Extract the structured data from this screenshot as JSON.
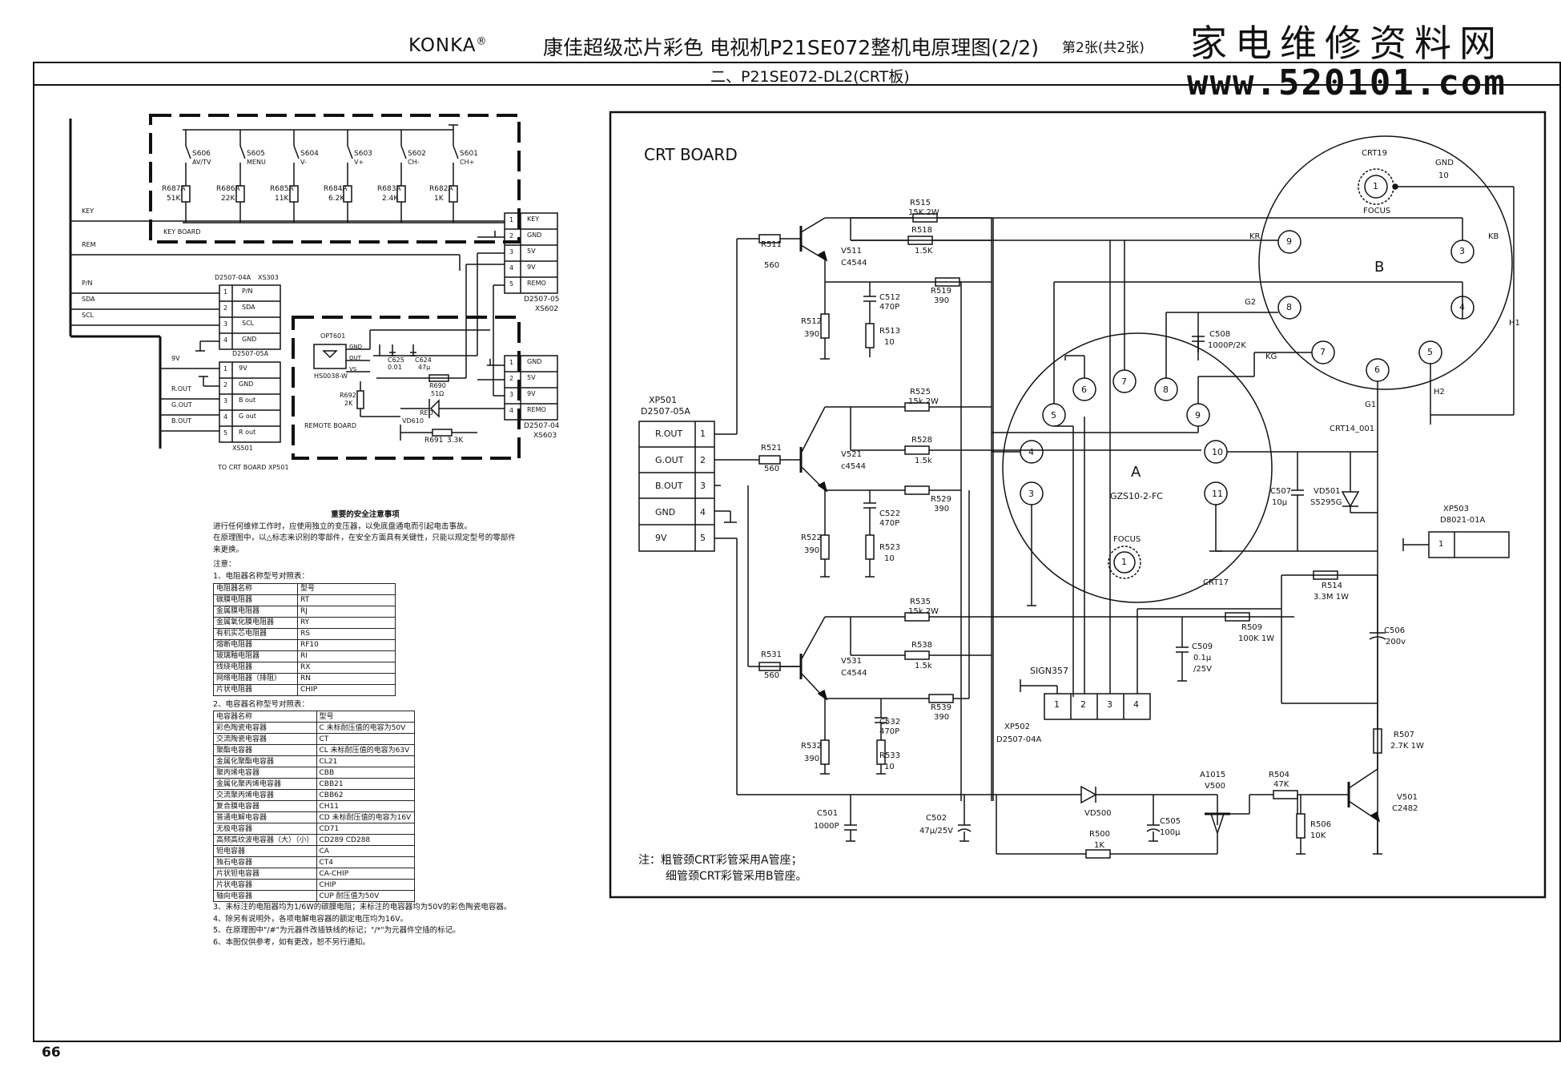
{
  "header": {
    "brand": "KONKA",
    "title": "康佳超级芯片彩色 电视机P21SE072整机电原理图(2/2)",
    "sheet": "第2张(共2张)",
    "subtitle": "二、P21SE072-DL2(CRT板)",
    "watermark_cn": "家电维修资料网",
    "watermark_url": "www.520101.com"
  },
  "page_number": "66",
  "key_board": {
    "label": "KEY BOARD",
    "switches": [
      {
        "ref": "S606",
        "name": "AV/TV",
        "resistor": "R687A",
        "value": "51K"
      },
      {
        "ref": "S605",
        "name": "MENU",
        "resistor": "R686A",
        "value": "22K"
      },
      {
        "ref": "S604",
        "name": "V-",
        "resistor": "R685A",
        "value": "11K"
      },
      {
        "ref": "S603",
        "name": "V+",
        "resistor": "R684A",
        "value": "6.2K"
      },
      {
        "ref": "S602",
        "name": "CH-",
        "resistor": "R683A",
        "value": "2.4K"
      },
      {
        "ref": "S601",
        "name": "CH+",
        "resistor": "R682A",
        "value": "1K"
      }
    ],
    "connector": {
      "ref": "D2507-05",
      "ref2": "XS602",
      "pins": [
        "KEY",
        "GND",
        "5V",
        "9V",
        "REMO"
      ]
    }
  },
  "left_signals": [
    "KEY",
    "REM",
    "P/N",
    "SDA",
    "SCL",
    "9V",
    "R.OUT",
    "G.OUT",
    "B.OUT"
  ],
  "xs303": {
    "ref": "D2507-04A",
    "ref2": "XS303",
    "below": "D2507-05A",
    "pins": [
      "P/N",
      "SDA",
      "SCL",
      "GND"
    ]
  },
  "xs501": {
    "ref": "XS501",
    "note": "TO CRT BOARD XP501",
    "pins": [
      "9V",
      "GND",
      "B out",
      "G out",
      "R out"
    ]
  },
  "remote_board": {
    "label": "REMOTE BOARD",
    "opt": "OPT601",
    "opt_part": "HS0038-W",
    "opt_pins": [
      "GND",
      "OUT",
      "VS"
    ],
    "c625": "C625",
    "c625v": "0.01",
    "c624": "C624",
    "c624v": "47μ",
    "r690": "R690",
    "r690v": "51Ω",
    "r692": "R692",
    "r692v": "2K",
    "led": "RED",
    "led_ref": "VD610",
    "r691": "R691",
    "r691v": "3.3K",
    "connector": {
      "ref": "D2507-04",
      "ref2": "XS603",
      "pins": [
        "GND",
        "5V",
        "9V",
        "REMO"
      ]
    }
  },
  "notes": {
    "title": "重要的安全注意事项",
    "p1": "进行任何维修工作时，应使用独立的变压器，以免底盘通电而引起电击事故。",
    "p2": "在原理图中，以△标志来识别的零部件，在安全方面具有关键性，只能以规定型号的零部件来更换。",
    "attention": "注意：",
    "t1_title": "1、电阻器名称型号对照表：",
    "resistors": [
      [
        "电阻器名称",
        "型号"
      ],
      [
        "碳膜电阻器",
        "RT"
      ],
      [
        "金属膜电阻器",
        "RJ"
      ],
      [
        "金属氧化膜电阻器",
        "RY"
      ],
      [
        "有机实芯电阻器",
        "RS"
      ],
      [
        "熔断电阻器",
        "RF10"
      ],
      [
        "玻璃釉电阻器",
        "RI"
      ],
      [
        "线绕电阻器",
        "RX"
      ],
      [
        "网络电阻器（排阻）",
        "RN"
      ],
      [
        "片状电阻器",
        "CHIP"
      ]
    ],
    "t2_title": "2、电容器名称型号对照表：",
    "capacitors": [
      [
        "电容器名称",
        "型号"
      ],
      [
        "彩色陶瓷电容器",
        "C 未标耐压值的电容为50V"
      ],
      [
        "交流陶瓷电容器",
        "CT"
      ],
      [
        "聚酯电容器",
        "CL 未标耐压值的电容为63V"
      ],
      [
        "金属化聚酯电容器",
        "CL21"
      ],
      [
        "聚丙烯电容器",
        "CBB"
      ],
      [
        "金属化聚丙烯电容器",
        "CBB21"
      ],
      [
        "交流聚丙烯电容器",
        "CBB62"
      ],
      [
        "复合膜电容器",
        "CH11"
      ],
      [
        "普通电解电容器",
        "CD 未标耐压值的电容为16V"
      ],
      [
        "无极电容器",
        "CD71"
      ],
      [
        "高频高纹波电容器（大）（小）",
        "CD289 CD288"
      ],
      [
        "钽电容器",
        "CA"
      ],
      [
        "独石电容器",
        "CT4"
      ],
      [
        "片状钽电容器",
        "CA-CHIP"
      ],
      [
        "片状电容器",
        "CHIP"
      ],
      [
        "轴向电容器",
        "CUP 耐压值为50V"
      ]
    ],
    "n3": "3、未标注的电阻器均为1/6W的碳膜电阻；未标注的电容器均为50V的彩色陶瓷电容器。",
    "n4": "4、除另有说明外，各项电解电容器的额定电压均为16V。",
    "n5": "5、在原理图中\"/#\"为元器件改插铁线的标记；\"/*\"为元器件空插的标记。",
    "n6": "6、本图仅供参考，如有更改，恕不另行通知。"
  },
  "crt_board": {
    "label": "CRT BOARD",
    "xp501": {
      "ref": "XP501",
      "ref2": "D2507-05A",
      "pins": [
        [
          "R.OUT",
          "1"
        ],
        [
          "G.OUT",
          "2"
        ],
        [
          "B.OUT",
          "3"
        ],
        [
          "GND",
          "4"
        ],
        [
          "9V",
          "5"
        ]
      ]
    },
    "ch_r": {
      "r_in": "R511",
      "r_in_v": "560",
      "q": "V511",
      "q_v": "C4544",
      "r_fb": "R515",
      "r_fb_v": "15K 2W",
      "r_fb2": "R518",
      "r_fb2_v": "1.5K",
      "c": "C512",
      "c_v": "470P",
      "r_e": "R512",
      "r_e_v": "390",
      "r_c": "R513",
      "r_c_v": "10",
      "r_s": "R519",
      "r_s_v": "390"
    },
    "ch_g": {
      "r_in": "R521",
      "r_in_v": "560",
      "q": "V521",
      "q_v": "c4544",
      "r_fb": "R525",
      "r_fb_v": "15k 2W",
      "r_fb2": "R528",
      "r_fb2_v": "1.5k",
      "c": "C522",
      "c_v": "470P",
      "r_e": "R522",
      "r_e_v": "390",
      "r_c": "R523",
      "r_c_v": "10",
      "r_s": "R529",
      "r_s_v": "390"
    },
    "ch_b": {
      "r_in": "R531",
      "r_in_v": "560",
      "q": "V531",
      "q_v": "C4544",
      "r_fb": "R535",
      "r_fb_v": "15k 2W",
      "r_fb2": "R538",
      "r_fb2_v": "1.5k",
      "c": "C532",
      "c_v": "470P",
      "r_e": "R532",
      "r_e_v": "390",
      "r_c": "R533",
      "r_c_v": "10",
      "r_s": "R539",
      "r_s_v": "390"
    },
    "socket_a": {
      "label": "A",
      "part": "GZS10-2-FC",
      "pins": [
        "6",
        "7",
        "8",
        "5",
        "9",
        "4",
        "10",
        "3",
        "11"
      ],
      "focus": "FOCUS",
      "focus_pin": "1",
      "crt17": "CRT17",
      "crt14": "CRT14_001"
    },
    "socket_b": {
      "label": "B",
      "ref": "CRT19",
      "focus": "FOCUS",
      "focus_pin": "1",
      "gnd": "GND",
      "gnd_pin": "10",
      "pins": [
        "9",
        "3",
        "8",
        "4",
        "7",
        "5",
        "6"
      ],
      "kr": "KR",
      "kb": "KB",
      "g2": "G2",
      "kg": "KG",
      "g1": "G1",
      "h1": "H1",
      "h2": "H2"
    },
    "c508": "C508",
    "c508_v": "1000P/2K",
    "c507": "C507",
    "c507_v": "10μ",
    "vd501": "VD501",
    "vd501_v": "S5295G",
    "xp503": "XP503",
    "xp503_v": "D8021-01A",
    "xp503_pin": "1",
    "r514": "R514",
    "r514_v": "3.3M 1W",
    "c506": "C506",
    "c506_v": "200v",
    "r509": "R509",
    "r509_v": "100K 1W",
    "c509": "C509",
    "c509_v": "0.1μ",
    "c509_v2": "/25V",
    "sign357": "SIGN357",
    "xp502": "XP502",
    "xp502_v": "D2507-04A",
    "xp502_pins": [
      "1",
      "2",
      "3",
      "4"
    ],
    "r507": "R507",
    "r507_v": "2.7K 1W",
    "c501": "C501",
    "c501_v": "1000P",
    "c502": "C502",
    "c502_v": "47μ/25V",
    "vd500": "VD500",
    "c505": "C505",
    "c505_v": "100μ",
    "r500": "R500",
    "r500_v": "1K",
    "a1015": "A1015",
    "v500": "V500",
    "r504": "R504",
    "r504_v": "47K",
    "r506": "R506",
    "r506_v": "10K",
    "v501": "V501",
    "v501_v": "C2482"
  },
  "crt_note": {
    "line1": "注：粗管颈CRT彩管采用A管座；",
    "line2": "细管颈CRT彩管采用B管座。"
  }
}
